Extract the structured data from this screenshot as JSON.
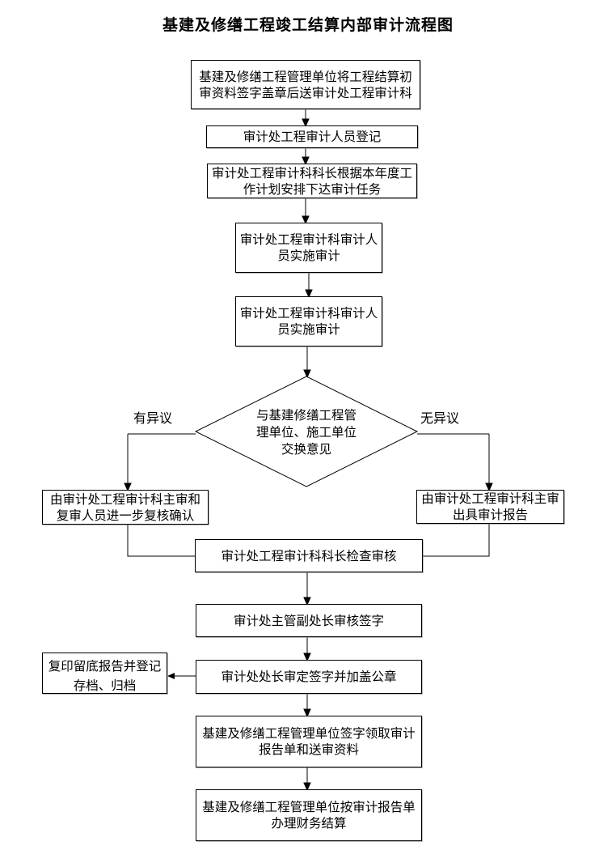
{
  "title": "基建及修缮工程竣工结算内部审计流程图",
  "labels": {
    "left_branch": "有异议",
    "right_branch": "无异议"
  },
  "nodes": {
    "submit": "基建及修缮工程管理单位将工程结算初审资料签字盖章后送审计处工程审计科",
    "register": "审计处工程审计人员登记",
    "assign": "审计处工程审计科科长根据本年度工作计划安排下达审计任务",
    "audit1": "审计处工程审计科审计人员实施审计",
    "audit2": "审计处工程审计科审计人员实施审计",
    "decision": "与基建修缮工程管理单位、施工单位交换意见",
    "recheck": "由审计处工程审计科主审和复审人员进一步复核确认",
    "report": "由审计处工程审计科主审出具审计报告",
    "section_chief_review": "审计处工程审计科科长检查审核",
    "deputy_director_sign": "审计处主管副处长审核签字",
    "director_sign": "审计处处长审定签字并加盖公章",
    "archive": "复印留底报告并登记存档、归档",
    "receive": "基建及修缮工程管理单位签字领取审计报告单和送审资料",
    "settle": "基建及修缮工程管理单位按审计报告单办理财务结算"
  },
  "colors": {
    "line": "#000000",
    "gray_line": "#808080",
    "box_border": "#000000",
    "text": "#000000",
    "background": "#ffffff"
  }
}
